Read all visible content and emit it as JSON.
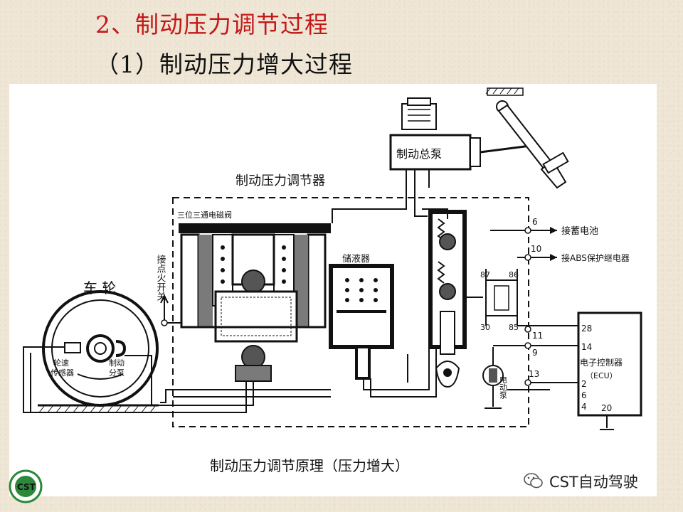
{
  "slide": {
    "title": "2、制动压力调节过程",
    "subtitle": "（1）制动压力增大过程"
  },
  "diagram": {
    "caption": "制动压力调节原理（压力增大）",
    "regulator_label": "制动压力调节器",
    "solenoid_valve_label": "三位三通电磁阀",
    "ignition_label": "接点火开关",
    "wheel_label": "车 轮",
    "speed_sensor_label": "轮速传感器",
    "wheel_cylinder_label": "制动分泵",
    "accumulator_label": "储液器",
    "master_cylinder_label": "制动总泵",
    "battery_label": "接蓄电池",
    "abs_relay_label": "接ABS保护继电器",
    "ecu_label_1": "电子控制器",
    "ecu_label_2": "（ECU）",
    "pump_motor_label": "电动泵",
    "relay_pins": [
      "87",
      "86",
      "30",
      "85"
    ],
    "terminals": [
      "6",
      "10",
      "11",
      "9",
      "13"
    ],
    "ecu_pins": [
      "28",
      "14",
      "2",
      "6",
      "4",
      "20"
    ]
  },
  "watermark": {
    "text": "CST自动驾驶",
    "icon": "wechat-icon"
  },
  "logo": {
    "icon": "cst-logo-seal",
    "color": "#2a8a3a"
  }
}
